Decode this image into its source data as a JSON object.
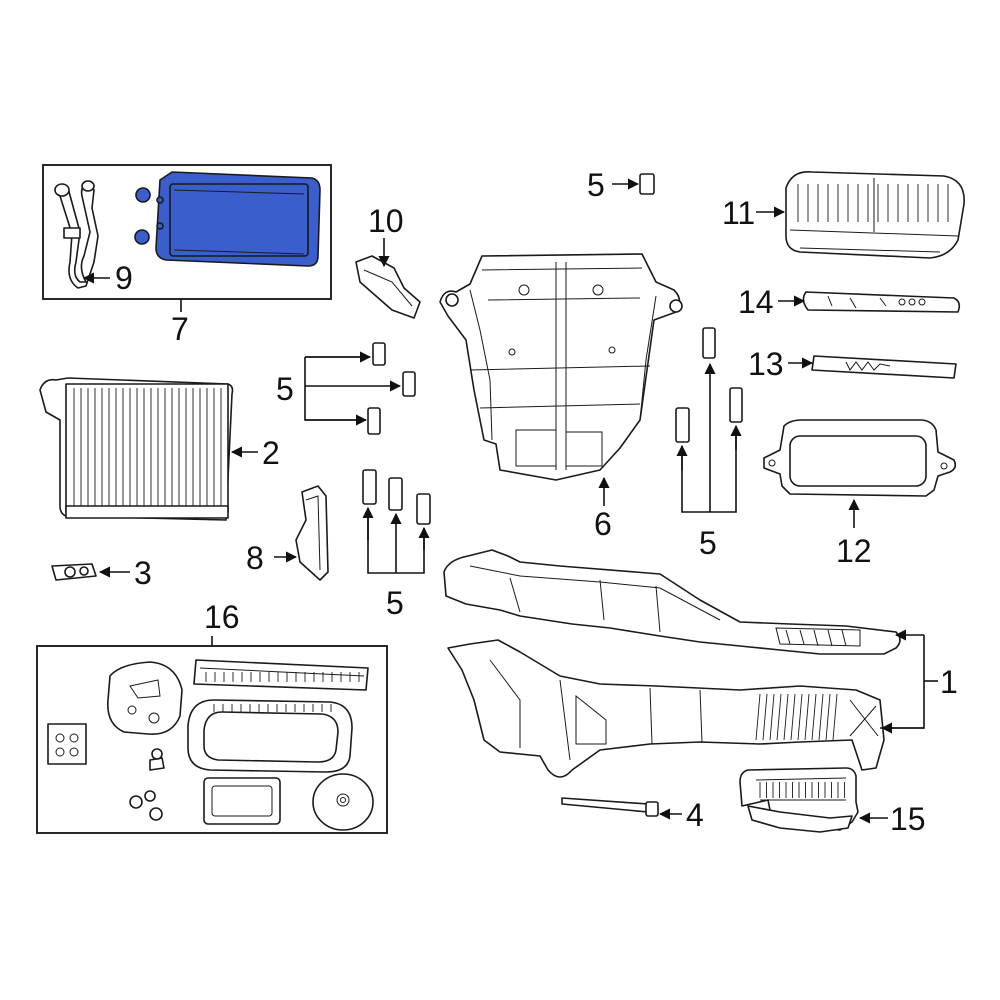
{
  "colors": {
    "highlight": "#3a5fcd",
    "line": "#1a1a1a",
    "background": "#ffffff"
  },
  "labels": {
    "p1": "1",
    "p2": "2",
    "p3": "3",
    "p4": "4",
    "p5": "5",
    "p6": "6",
    "p7": "7",
    "p8": "8",
    "p9": "9",
    "p10": "10",
    "p11": "11",
    "p12": "12",
    "p13": "13",
    "p14": "14",
    "p15": "15",
    "p16": "16"
  }
}
